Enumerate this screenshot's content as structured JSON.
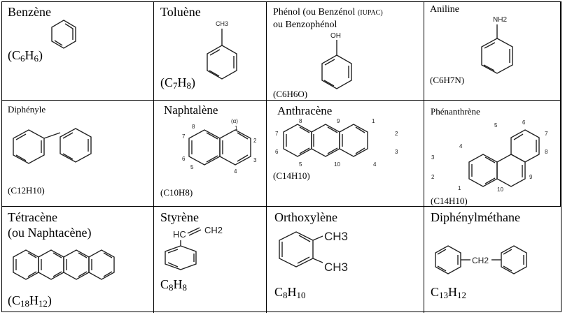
{
  "cells": [
    {
      "id": "benzene",
      "name": "Benzène",
      "formula": {
        "a": "(C",
        "n1": "6",
        "b": "H",
        "n2": "6",
        "c": ")"
      }
    },
    {
      "id": "toluene",
      "name": "Toluène",
      "formula": {
        "a": "(C",
        "n1": "7",
        "b": "H",
        "n2": "8",
        "c": ")"
      },
      "sub_label": "CH3"
    },
    {
      "id": "phenol",
      "name_line1": "Phénol (ou Benzénol",
      "name_iupac": "(IUPAC)",
      "name_line2": "ou Benzophénol",
      "formula": "(C6H6O)",
      "sub_label": "OH"
    },
    {
      "id": "aniline",
      "name": "Aniline",
      "formula": "(C6H7N)",
      "sub_label": "NH2"
    },
    {
      "id": "diphenyle",
      "name": "Diphényle",
      "formula": "(C12H10)"
    },
    {
      "id": "naphtalene",
      "name": "Naphtalène",
      "formula": "(C10H8)",
      "numbers": [
        "8",
        "(α)",
        "1",
        "2",
        "3",
        "4",
        "5",
        "6",
        "7"
      ]
    },
    {
      "id": "anthracene",
      "name": "Anthracène",
      "formula": "(C14H10)",
      "numbers": [
        "8",
        "9",
        "1",
        "2",
        "3",
        "4",
        "10",
        "5",
        "6",
        "7"
      ]
    },
    {
      "id": "phenanthrene",
      "name": "Phénanthrène",
      "formula": "(C14H10)",
      "numbers": [
        "5",
        "6",
        "7",
        "8",
        "9",
        "10",
        "1",
        "2",
        "3",
        "4"
      ]
    },
    {
      "id": "tetracene",
      "name_line1": "Tétracène",
      "name_line2": "(ou Naphtacène)",
      "formula": {
        "a": "(C",
        "n1": "18",
        "b": "H",
        "n2": "12",
        "c": ")"
      }
    },
    {
      "id": "styrene",
      "name": "Styrène",
      "formula": {
        "a": "C",
        "n1": "8",
        "b": "H",
        "n2": "8"
      },
      "sub_label_hc": "HC",
      "sub_label_ch2": "CH2"
    },
    {
      "id": "orthoxylene",
      "name": "Orthoxylène",
      "formula": {
        "a": "C",
        "n1": "8",
        "b": "H",
        "n2": "10"
      },
      "sub_label": "CH3"
    },
    {
      "id": "diphenylmethane",
      "name": "Diphénylméthane",
      "formula": {
        "a": "C",
        "n1": "13",
        "b": "H",
        "n2": "12"
      },
      "sub_label": "CH2"
    }
  ]
}
